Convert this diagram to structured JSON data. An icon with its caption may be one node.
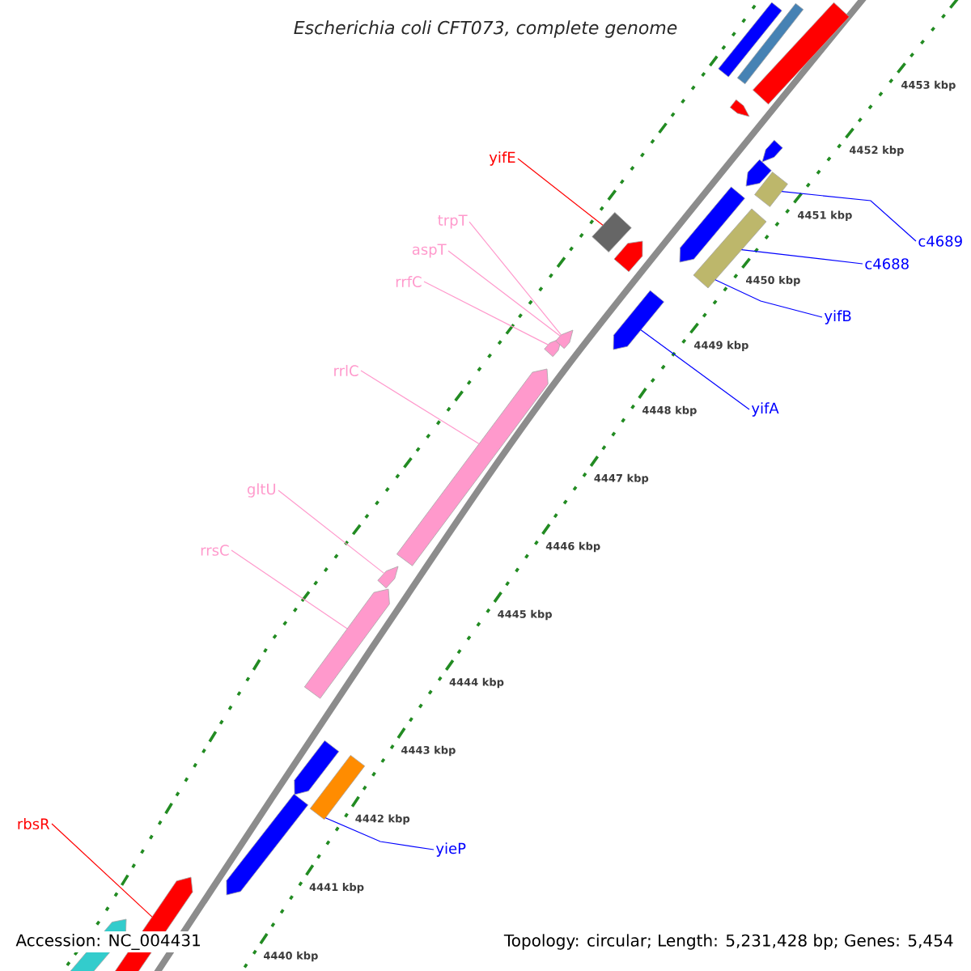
{
  "diagram": {
    "title": "Escherichia coli CFT073, complete genome",
    "nodes": [
      {
        "text": [
          "yifE"
        ]
      },
      {
        "text": [
          "trpT"
        ]
      },
      {
        "text": [
          "c4689"
        ]
      },
      {
        "text": [
          "aspT"
        ]
      },
      {
        "text": [
          "c4688"
        ]
      },
      {
        "text": [
          "rrfC"
        ]
      },
      {
        "text": [
          "yifB"
        ]
      },
      {
        "text": [
          "rrlC"
        ]
      },
      {
        "text": [
          "yifA"
        ]
      },
      {
        "text": [
          "gltU"
        ]
      },
      {
        "text": [
          "rrsC"
        ]
      },
      {
        "text": [
          "rbsR"
        ]
      },
      {
        "text": [
          "yieP"
        ]
      },
      {
        "text": [],
        "shape": "box"
      },
      {
        "text": [],
        "shape": "box"
      },
      {
        "text": [],
        "shape": "box"
      },
      {
        "text": [],
        "shape": "arrow"
      },
      {
        "text": [],
        "shape": "arrow"
      },
      {
        "text": [],
        "shape": "arrow"
      },
      {
        "text": [],
        "shape": "box"
      },
      {
        "text": [],
        "shape": "arrow"
      },
      {
        "text": [],
        "shape": "box"
      },
      {
        "text": [],
        "shape": "box"
      },
      {
        "text": [],
        "shape": "arrow"
      },
      {
        "text": [],
        "shape": "arrow"
      },
      {
        "text": [],
        "shape": "arrow"
      },
      {
        "text": [],
        "shape": "arrow"
      },
      {
        "text": [],
        "shape": "arrow"
      },
      {
        "text": [],
        "shape": "arrow"
      },
      {
        "text": [],
        "shape": "arrow"
      },
      {
        "text": [],
        "shape": "arrow"
      },
      {
        "text": [],
        "shape": "box"
      },
      {
        "text": [],
        "shape": "arrow"
      },
      {
        "text": [],
        "shape": "arrow"
      },
      {
        "text": [],
        "shape": "arrow"
      }
    ],
    "edges": [
      {
        "from": 0,
        "to": 22,
        "arrow": "none",
        "color": "#ff0000"
      },
      {
        "from": 1,
        "to": 26,
        "arrow": "none",
        "color": "#ff99cc"
      },
      {
        "from": 2,
        "to": 19,
        "arrow": "none",
        "color": "#0000ff"
      },
      {
        "from": 3,
        "to": 26,
        "arrow": "none",
        "color": "#ff99cc"
      },
      {
        "from": 4,
        "to": 21,
        "arrow": "none",
        "color": "#0000ff"
      },
      {
        "from": 5,
        "to": 25,
        "arrow": "none",
        "color": "#ff99cc"
      },
      {
        "from": 6,
        "to": 21,
        "arrow": "none",
        "color": "#0000ff"
      },
      {
        "from": 7,
        "to": 27,
        "arrow": "none",
        "color": "#ff99cc"
      },
      {
        "from": 8,
        "to": 24,
        "arrow": "none",
        "color": "#0000ff"
      },
      {
        "from": 9,
        "to": 28,
        "arrow": "none",
        "color": "#ff99cc"
      },
      {
        "from": 10,
        "to": 29,
        "arrow": "none",
        "color": "#ff99cc"
      },
      {
        "from": 11,
        "to": 33,
        "arrow": "none",
        "color": "#ff0000"
      },
      {
        "from": 12,
        "to": 31,
        "arrow": "none",
        "color": "#0000ff"
      }
    ],
    "labels": [
      "4453 kbp",
      "4452 kbp",
      "4451 kbp",
      "4450 kbp",
      "4449 kbp",
      "4448 kbp",
      "4447 kbp",
      "4446 kbp",
      "4445 kbp",
      "4444 kbp",
      "4443 kbp",
      "4442 kbp",
      "4441 kbp",
      "4440 kbp",
      "Accession: NC_004431",
      "Topology: circular; Length: 5,231,428 bp; Genes: 5,454"
    ]
  }
}
